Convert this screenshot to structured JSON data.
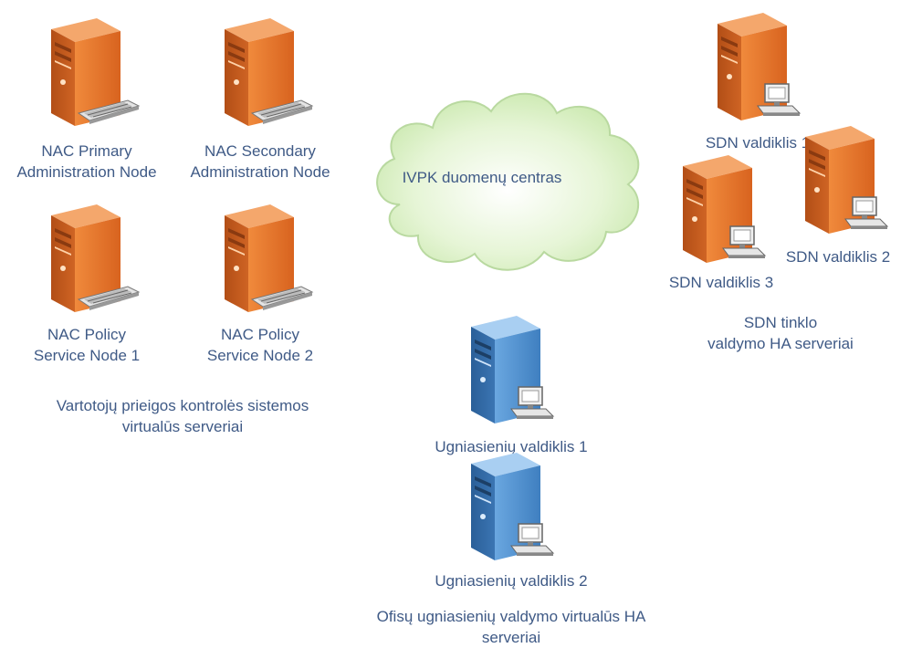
{
  "cloud": {
    "label": "IVPK duomenų centras"
  },
  "nac": {
    "primary": [
      "NAC Primary",
      "Administration Node"
    ],
    "secondary": [
      "NAC Secondary",
      "Administration Node"
    ],
    "psn1": [
      "NAC Policy",
      "Service Node 1"
    ],
    "psn2": [
      "NAC Policy",
      "Service Node 2"
    ],
    "group_caption": [
      "Vartotojų prieigos kontrolės sistemos",
      "virtualūs serveriai"
    ]
  },
  "sdn": {
    "ctrl1": "SDN valdiklis 1",
    "ctrl2": "SDN valdiklis 2",
    "ctrl3": "SDN valdiklis 3",
    "group_caption": [
      "SDN tinklo",
      "valdymo HA serveriai"
    ]
  },
  "firewall": {
    "ctrl1": "Ugniasienių valdiklis 1",
    "ctrl2": "Ugniasienių valdiklis 2",
    "group_caption": [
      "Ofisų ugniasienių valdymo virtualūs HA",
      "serveriai"
    ]
  },
  "colors": {
    "orange_front": "#e2732a",
    "orange_side": "#c2581c",
    "orange_top": "#f3a36a",
    "blue_front": "#4f8fcf",
    "blue_side": "#2f6aa8",
    "blue_top": "#9cc6ee",
    "cloud_fill": "#d9f0c4",
    "cloud_stroke": "#b8d8a0",
    "text": "#3f5a86"
  },
  "icons": {
    "nac_server": "server-tower-with-card-icon",
    "controller_server": "server-tower-with-workstation-icon",
    "datacenter": "cloud-icon"
  }
}
